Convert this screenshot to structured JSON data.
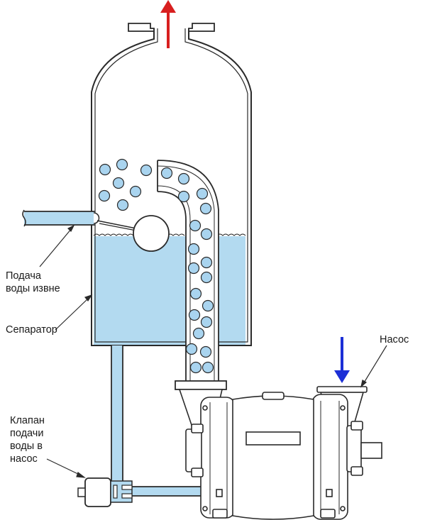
{
  "labels": {
    "water_supply": [
      "Подача",
      "воды извне"
    ],
    "separator": "Сепаратор",
    "valve": [
      "Клапан",
      "подачи",
      "воды в",
      "насос"
    ],
    "pump": "Насос"
  },
  "colors": {
    "water": "#b3daf0",
    "bubble": "#a9d4ef",
    "outline": "#2a2a2a",
    "outlet_arrow": "#d81f1f",
    "inlet_arrow": "#1c2fd6"
  },
  "icons": {
    "outlet_arrow": "arrow-up-icon",
    "inlet_arrow": "arrow-down-icon"
  }
}
